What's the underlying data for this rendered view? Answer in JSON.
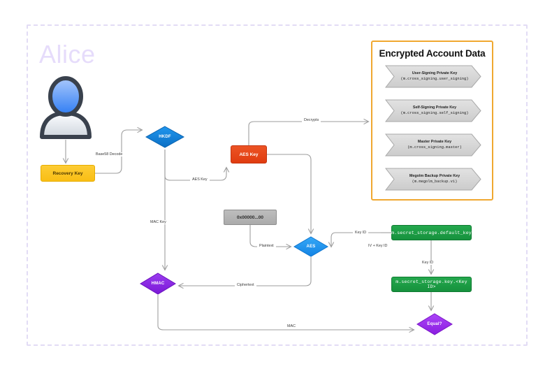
{
  "diagram": {
    "title": "Alice",
    "actor": {
      "name": "Alice",
      "avatar_icon": "user-avatar-icon"
    },
    "nodes": {
      "recovery_key": "Recovery Key",
      "hkdf": "HKDF",
      "aes_key": "AES Key",
      "zero_block": "0x00000...00",
      "aes": "AES",
      "hmac": "HMAC",
      "equal": "Equal?",
      "default_key": "m.secret_storage.default_key",
      "key_id_box": "m.secret_storage.key.<Key ID>"
    },
    "edge_labels": {
      "base58_decode": "Base58 Decode",
      "aes_key": "AES Key",
      "mac_key": "MAC Key",
      "decrypts": "Decrypts",
      "plaintext": "Plaintext",
      "iv_key_id": "IV + Key ID",
      "ciphertext": "Ciphertext",
      "key_id_1": "Key ID",
      "key_id_2": "Key ID",
      "mac": "MAC"
    },
    "panel": {
      "title": "Encrypted Account Data",
      "items": [
        {
          "name": "User-Signing Private Key",
          "event": "(m.cross_signing.user_signing)"
        },
        {
          "name": "Self-Signing Private Key",
          "event": "(m.cross_signing.self_signing)"
        },
        {
          "name": "Master Private Key",
          "event": "(m.cross_signing.master)"
        },
        {
          "name": "Megolm Backup Private Key",
          "event": "(m.megolm_backup.v1)"
        }
      ]
    },
    "colors": {
      "frame_dashed": "#e2dcf5",
      "alice_text": "#e6dcfb",
      "recovery_key": "#fbc22a",
      "hkdf_blue": "#1285e0",
      "aes_key_red": "#e8481c",
      "aes_blue": "#1f9bf0",
      "hmac_purple": "#8a2be2",
      "equal_purple": "#9a2ff0",
      "green": "#1aa04a",
      "panel_border": "#f0a830",
      "edge_stroke": "#9e9e9e"
    }
  }
}
